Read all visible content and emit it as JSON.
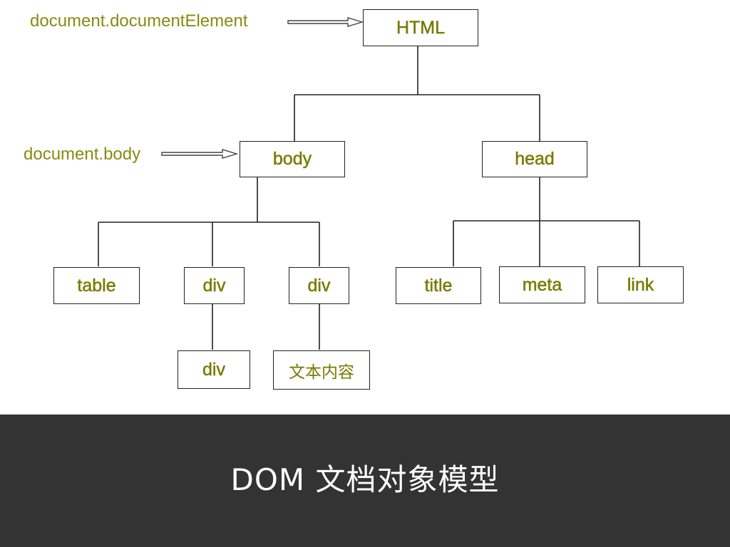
{
  "diagram": {
    "pointers": {
      "document_element": "document.documentElement",
      "document_body": "document.body"
    },
    "nodes": {
      "html": "HTML",
      "body": "body",
      "head": "head",
      "table": "table",
      "div_left": "div",
      "div_right": "div",
      "title": "title",
      "meta": "meta",
      "link": "link",
      "div_child": "div",
      "text_content": "文本内容"
    }
  },
  "footer": {
    "title": "DOM 文档对象模型"
  },
  "colors": {
    "label_text": "#7a7a00",
    "footer_background": "#333333",
    "footer_text": "#ffffff"
  }
}
